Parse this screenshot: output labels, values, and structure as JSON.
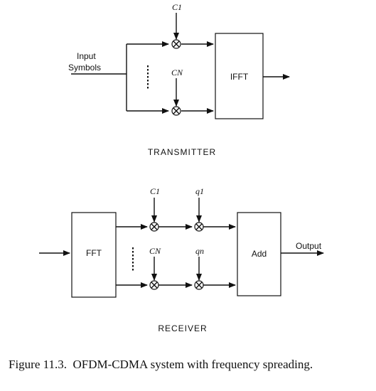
{
  "transmitter": {
    "input_label_line1": "Input",
    "input_label_line2": "Symbols",
    "code_top": "C1",
    "code_bottom": "CN",
    "block": "IFFT",
    "section_label": "TRANSMITTER"
  },
  "receiver": {
    "fft_block": "FFT",
    "code_top": "C1",
    "code_bottom": "CN",
    "gain_top": "q1",
    "gain_bottom": "qn",
    "add_block": "Add",
    "output_label": "Output",
    "section_label": "RECEIVER"
  },
  "caption": "Figure 11.3.  OFDM-CDMA system with frequency spreading."
}
